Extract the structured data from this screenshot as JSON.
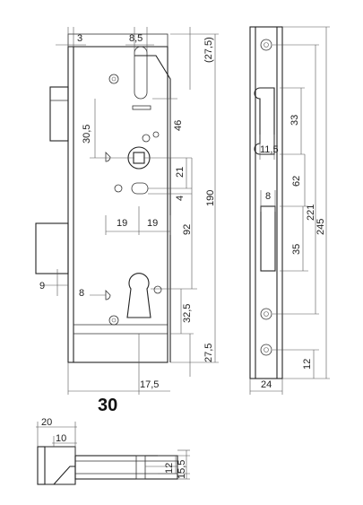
{
  "figure_label": "30",
  "dimensions": {
    "d3": "3",
    "d8_5": "8,5",
    "d27_5_top": "(27,5)",
    "d30_5": "30,5",
    "d46": "46",
    "d21": "21",
    "d4": "4",
    "d19_left": "19",
    "d19_right": "19",
    "d92": "92",
    "d190": "190",
    "d9": "9",
    "d8_lower": "8",
    "d32_5": "32,5",
    "d27_5_bottom": "27,5",
    "d17_5": "17,5",
    "d33": "33",
    "d11_5": "11,5",
    "d62": "62",
    "d8_front": "8",
    "d221": "221",
    "d245": "245",
    "d35": "35",
    "d12_front": "12",
    "d24": "24",
    "d20": "20",
    "d10": "10",
    "d12_side": "12",
    "d15_5": "15,5"
  }
}
